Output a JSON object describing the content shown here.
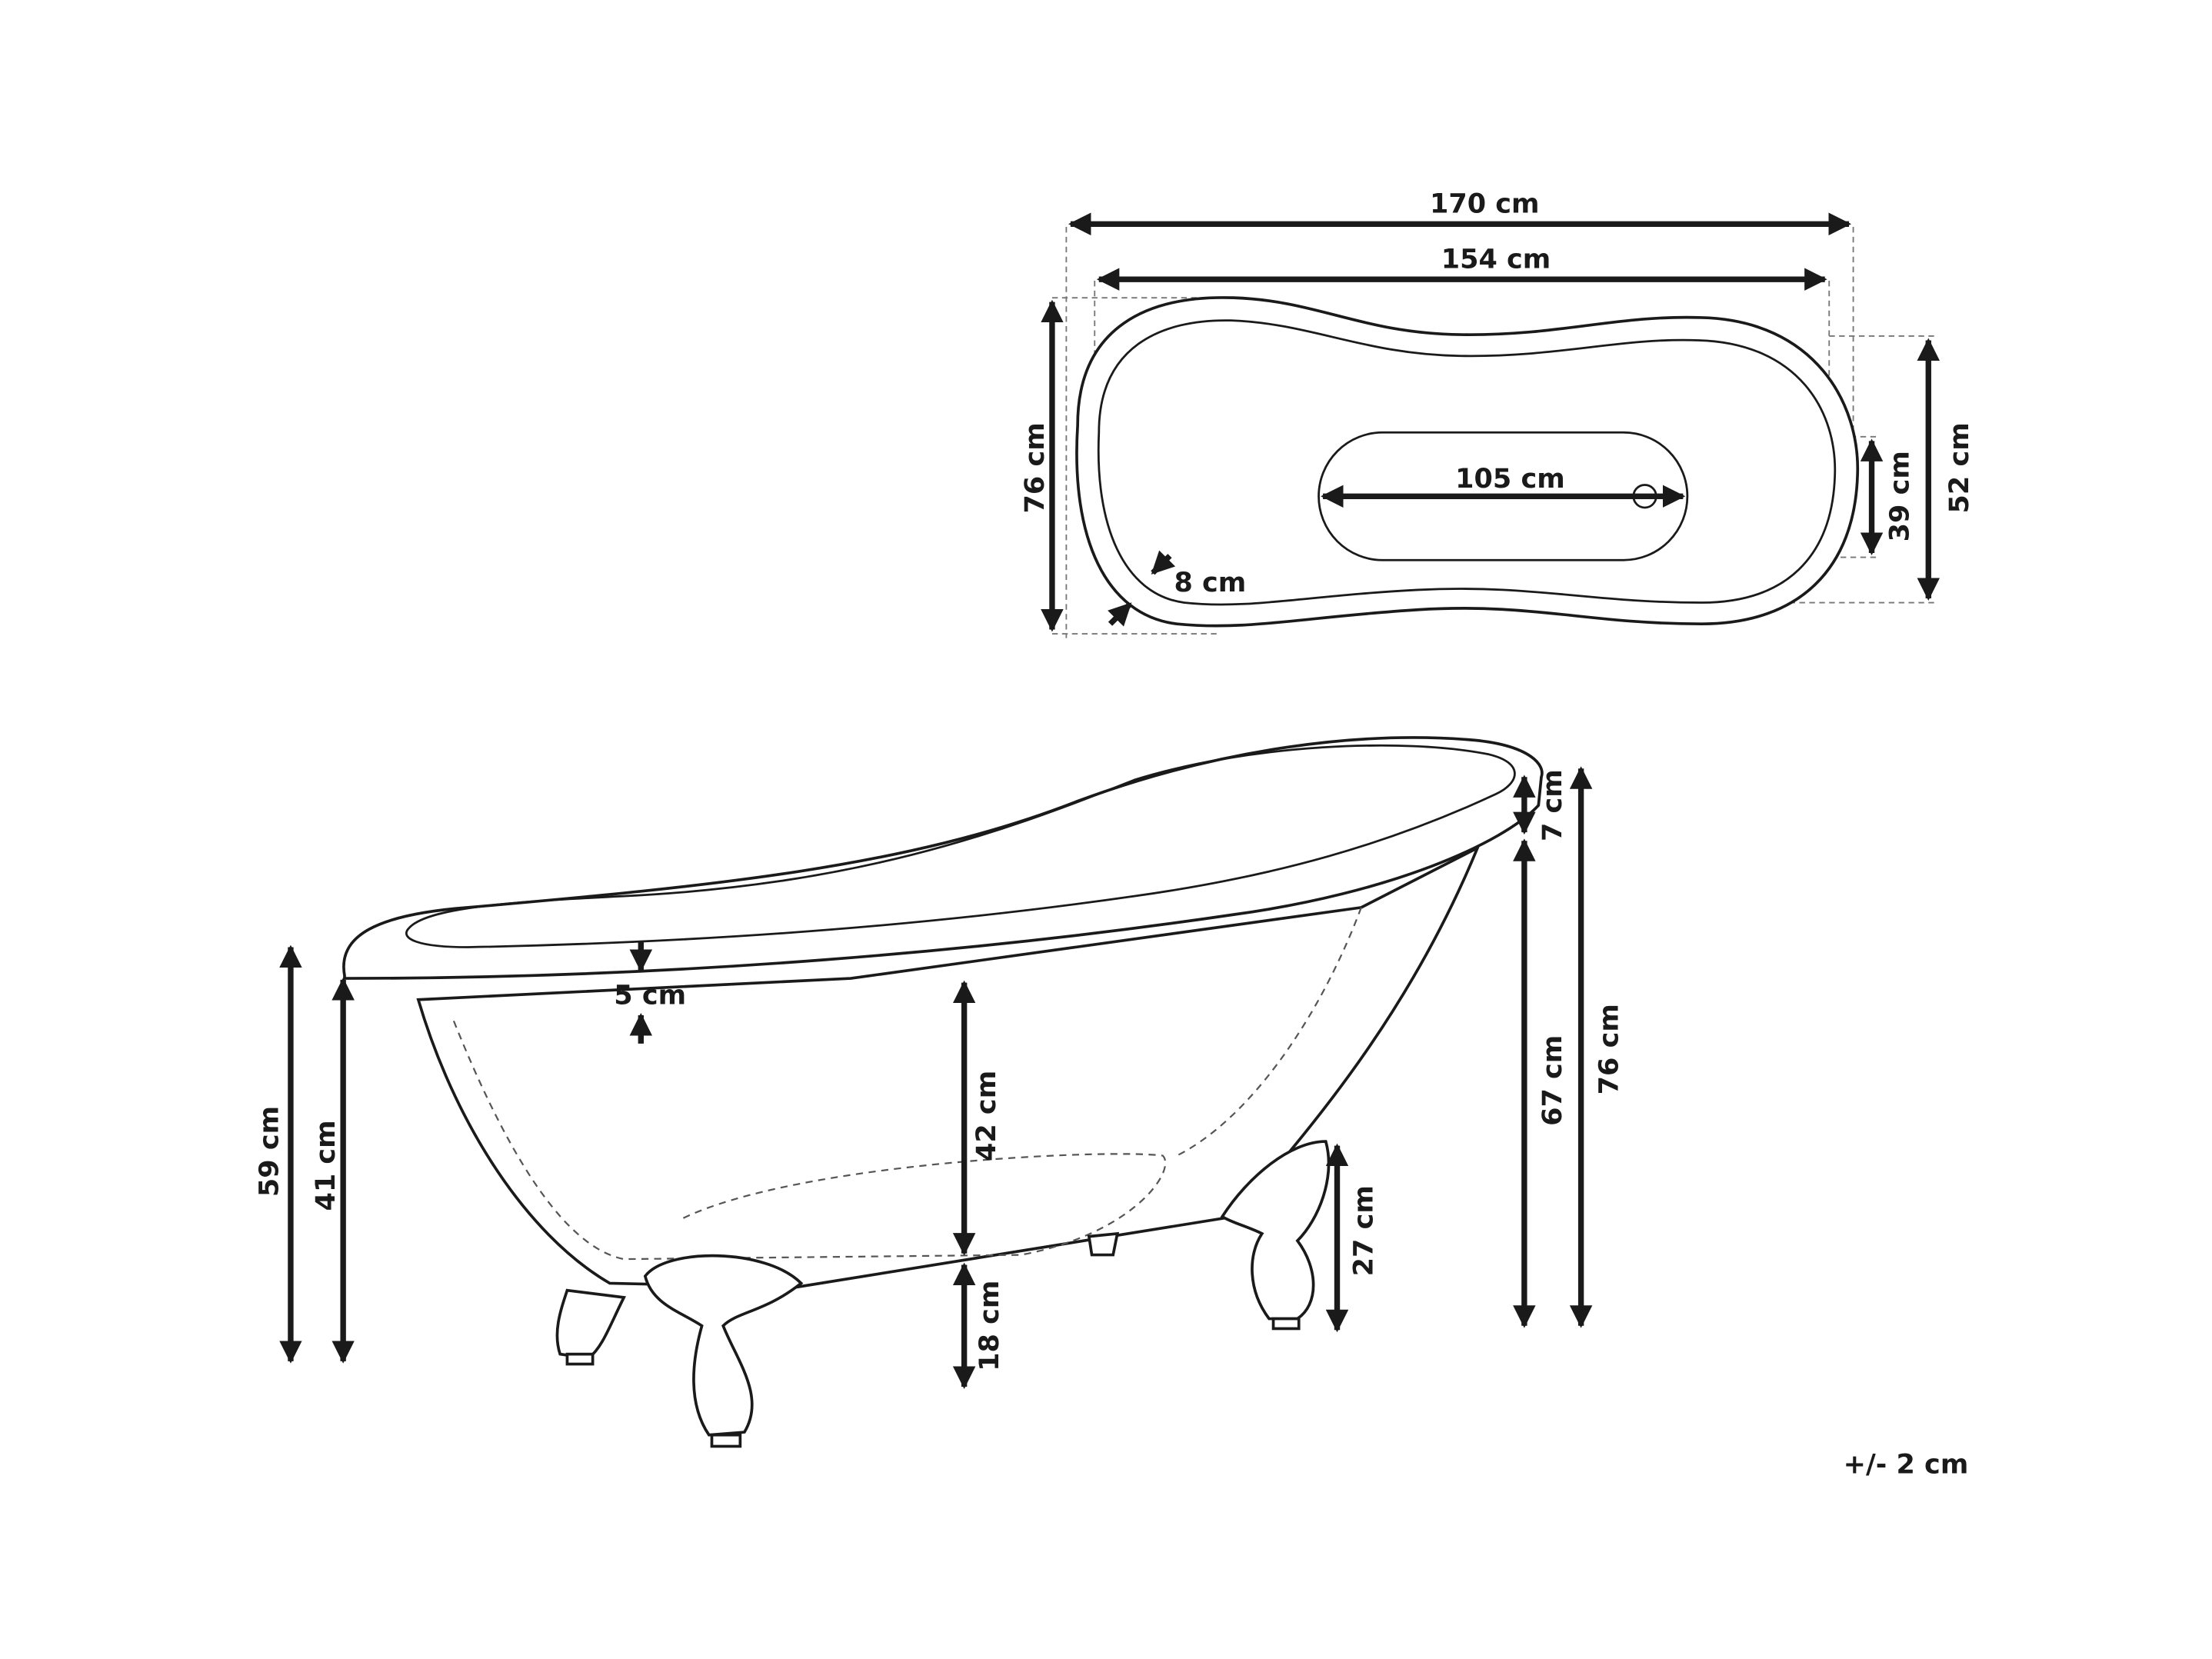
{
  "top_view": {
    "overall_length": "170 cm",
    "inner_length": "154 cm",
    "overall_width": "76 cm",
    "inner_width": "52 cm",
    "bottom_width": "39 cm",
    "bottom_length": "105 cm",
    "rim_thickness": "8 cm"
  },
  "side_view": {
    "low_end_height": "59 cm",
    "low_end_body_height": "41 cm",
    "rim_depth": "5 cm",
    "interior_depth": "42 cm",
    "bottom_clearance": "18 cm",
    "foot_height": "27 cm",
    "high_rim_depth": "7 cm",
    "high_end_body_height": "67 cm",
    "high_end_height": "76 cm"
  },
  "tolerance": "+/- 2 cm"
}
